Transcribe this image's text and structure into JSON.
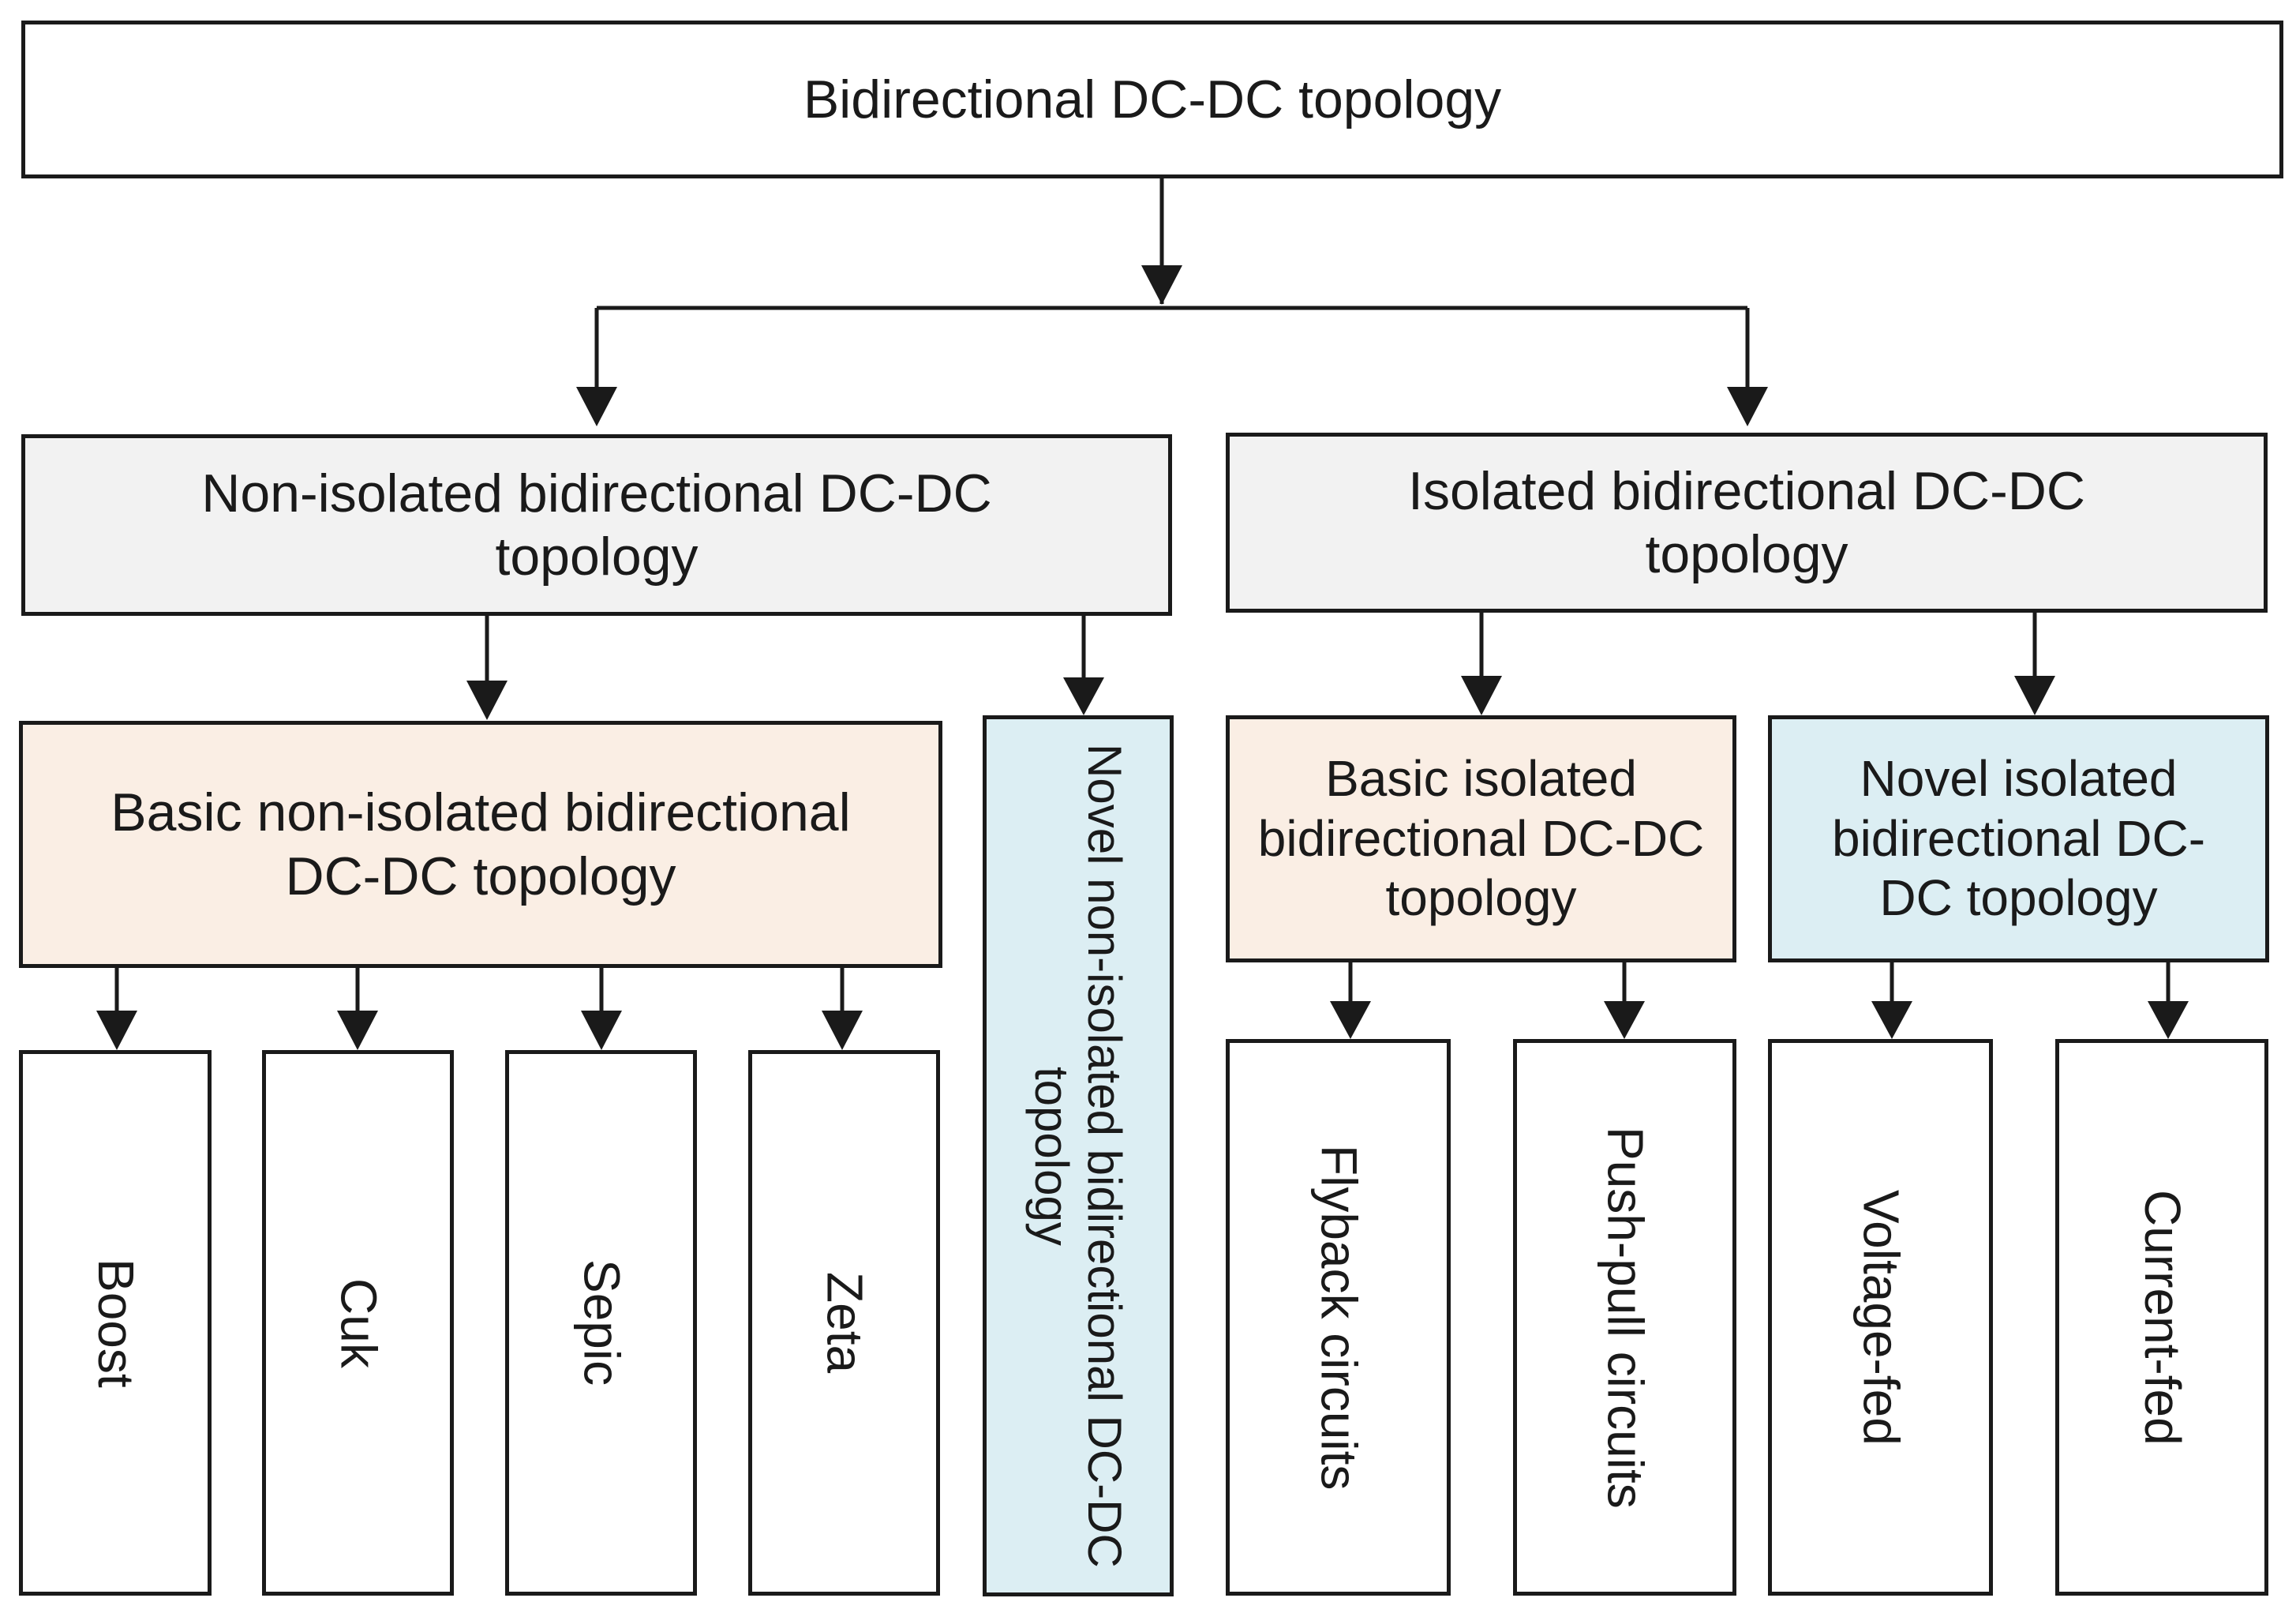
{
  "diagram": {
    "root": {
      "label": "Bidirectional DC-DC topology"
    },
    "non_isolated": {
      "label": "Non-isolated bidirectional DC-DC topology",
      "basic": {
        "label": "Basic non-isolated bidirectional DC-DC topology",
        "items": [
          "Boost",
          "Cuk",
          "Sepic",
          "Zeta"
        ]
      },
      "novel": {
        "label": "Novel non-isolated bidirectional DC-DC topology"
      }
    },
    "isolated": {
      "label": "Isolated bidirectional DC-DC topology",
      "basic": {
        "label": "Basic isolated bidirectional DC-DC topology",
        "items": [
          "Flyback circuits",
          "Push-pull circuits"
        ]
      },
      "novel": {
        "label": "Novel isolated bidirectional DC-DC topology",
        "items": [
          "Voltage-fed",
          "Current-fed"
        ]
      }
    },
    "colors": {
      "border": "#1a1a1a",
      "white": "#ffffff",
      "grey": "#f2f2f2",
      "peach": "#faeee4",
      "blue": "#dceef3"
    }
  }
}
